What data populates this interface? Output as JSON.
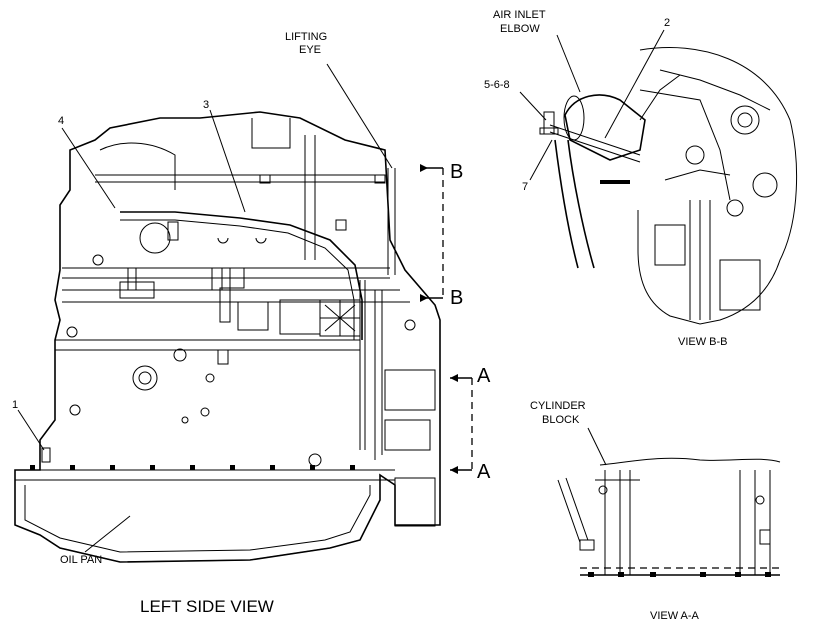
{
  "labels": {
    "lifting_eye_line1": "LIFTING",
    "lifting_eye_line2": "EYE",
    "air_inlet_line1": "AIR INLET",
    "air_inlet_line2": "ELBOW",
    "cylinder_block_line1": "CYLINDER",
    "cylinder_block_line2": "BLOCK",
    "oil_pan": "OIL PAN"
  },
  "callouts": {
    "c1": "1",
    "c2": "2",
    "c3": "3",
    "c4": "4",
    "c568": "5-6-8",
    "c7": "7"
  },
  "section_markers": {
    "b_top": "B",
    "b_bottom": "B",
    "a_top": "A",
    "a_bottom": "A"
  },
  "view_titles": {
    "left_side": "LEFT SIDE VIEW",
    "view_bb": "VIEW  B-B",
    "view_aa": "VIEW  A-A"
  }
}
